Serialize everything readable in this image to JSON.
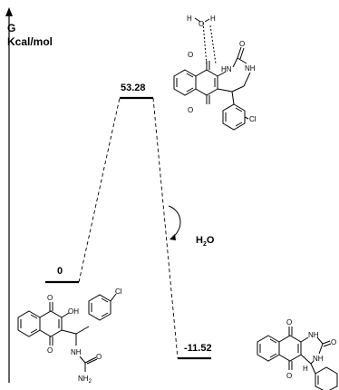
{
  "axis": {
    "y_symbol": "G",
    "y_unit": "Kcal/mol"
  },
  "levels": [
    {
      "name": "reactant",
      "value": "0"
    },
    {
      "name": "transition-state",
      "value": "53.28"
    },
    {
      "name": "product",
      "value": "-11.52"
    }
  ],
  "byproduct": {
    "formula_main": "H",
    "formula_sub": "2",
    "formula_tail": "O"
  },
  "ts_atoms": {
    "h1": "H",
    "o": "O",
    "h2": "H",
    "hn": "HN",
    "nh": "NH",
    "o_top": "O",
    "o_carbonyl": "O",
    "o_bottom": "O",
    "cl": "Cl"
  },
  "reactant_atoms": {
    "o_top": "O",
    "oh": "OH",
    "o_bottom": "O",
    "cl": "Cl",
    "nh": "NH",
    "o_urea": "O",
    "nh2_main": "NH",
    "nh2_sub": "2"
  },
  "product_atoms": {
    "o_top": "O",
    "nh_top": "NH",
    "o_urea": "O",
    "nh_mid": "NH",
    "o_bottom": "O",
    "h": "H"
  }
}
